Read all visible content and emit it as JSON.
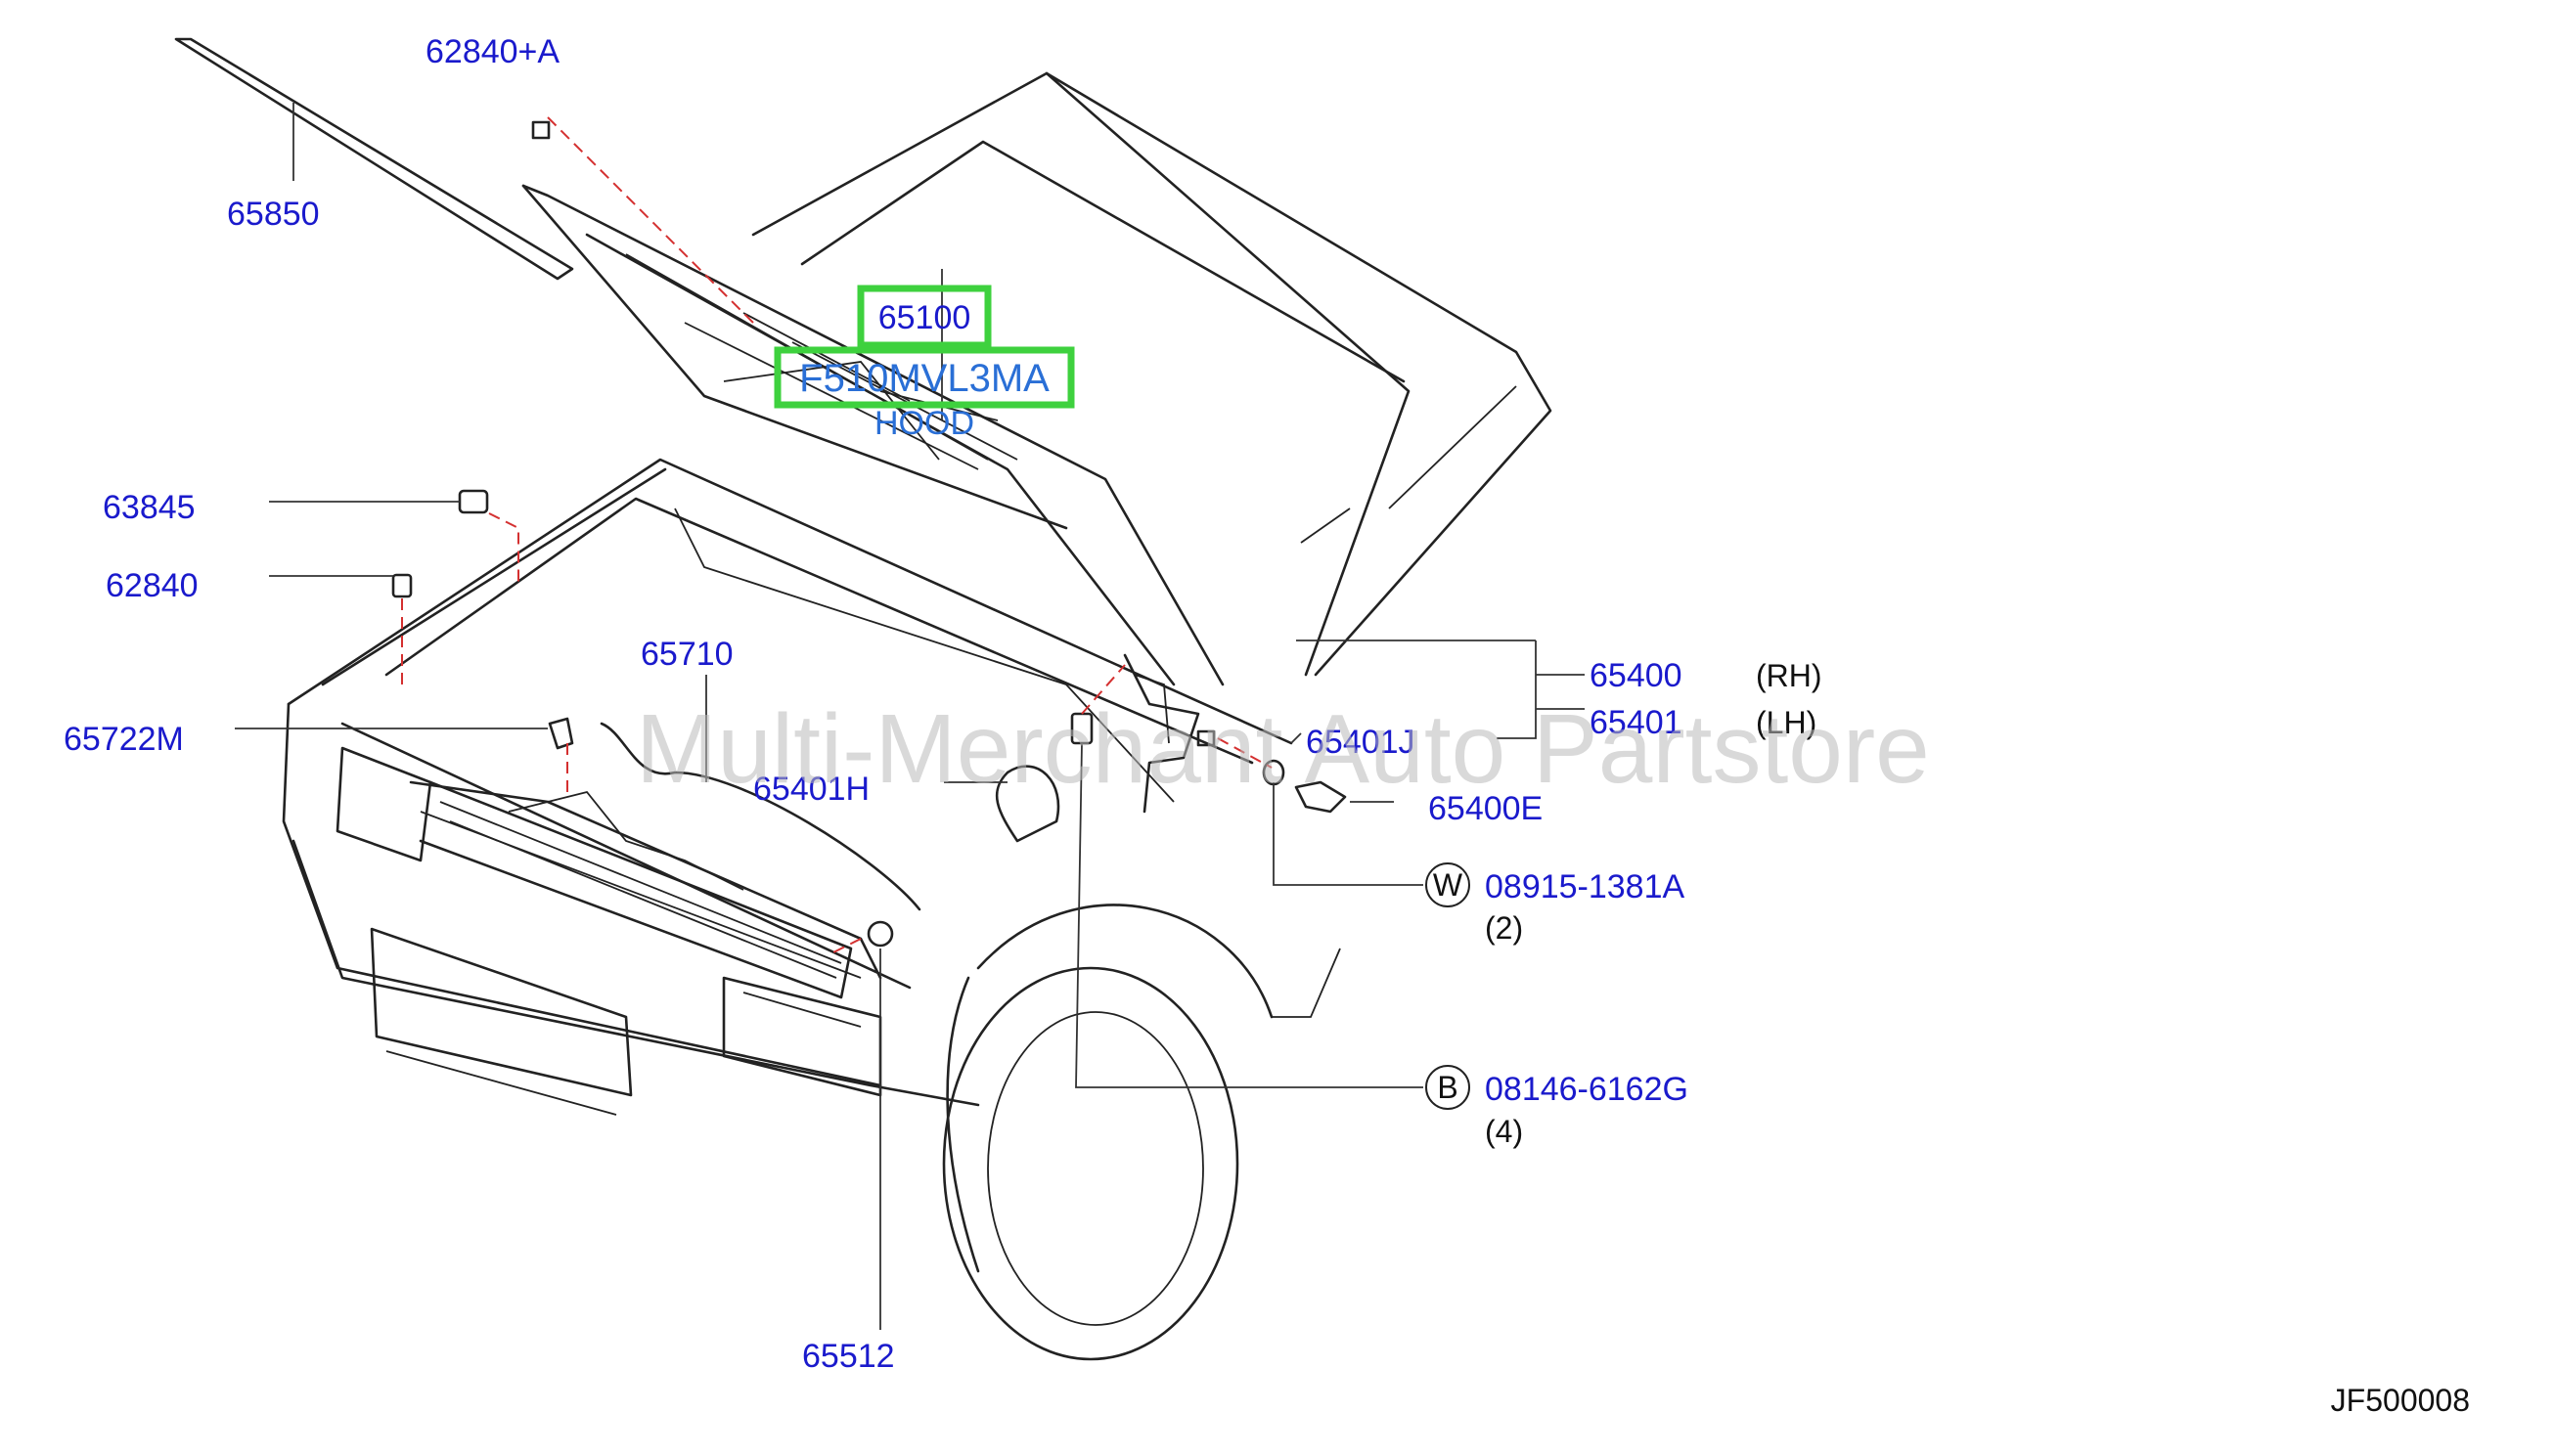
{
  "watermark": "Multi-Merchant Auto Partstore",
  "drawing_code": "JF500008",
  "hood": {
    "part_number": "65100",
    "variant_code": "F510MVL3MA",
    "name": "HOOD"
  },
  "parts": {
    "p62840a": "62840+A",
    "p65850": "65850",
    "p63845": "63845",
    "p62840": "62840",
    "p65722m": "65722M",
    "p65710": "65710",
    "p65401h": "65401H",
    "p65401j": "65401J",
    "p65400": "65400",
    "p65401": "65401",
    "p65400e": "65400E",
    "p08915": "08915-1381A",
    "p08146": "08146-6162G",
    "p65512": "65512"
  },
  "notes": {
    "rh": "(RH)",
    "lh": "(LH)",
    "qty_2": "(2)",
    "qty_4": "(4)",
    "w": "W",
    "b": "B"
  }
}
